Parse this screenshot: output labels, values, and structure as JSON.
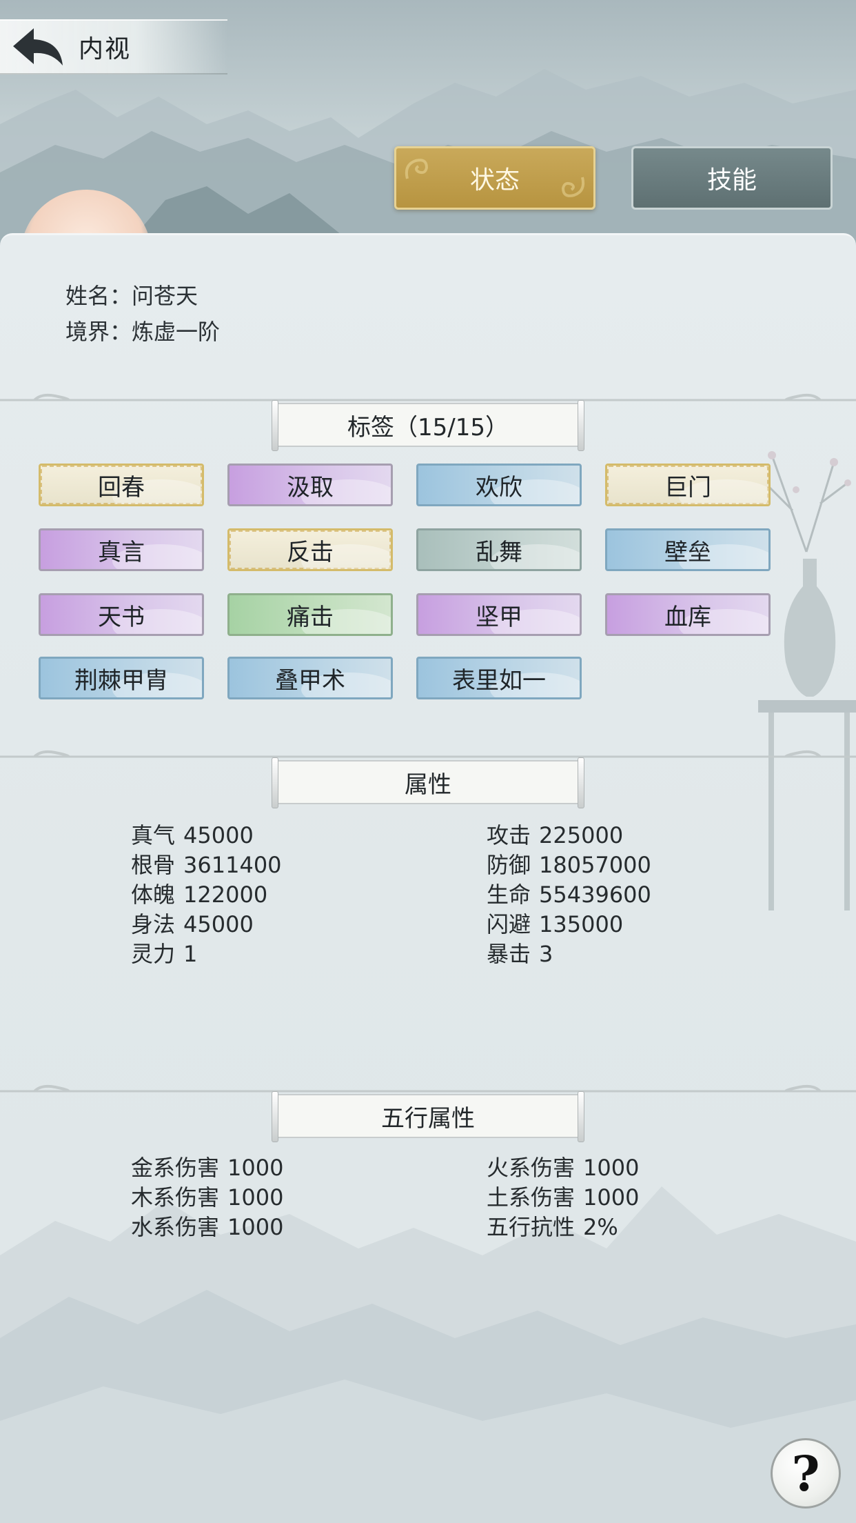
{
  "header": {
    "title": "内视",
    "tabs": [
      {
        "label": "状态",
        "active": true
      },
      {
        "label": "技能",
        "active": false
      }
    ]
  },
  "character": {
    "name_line": "姓名：问苍天",
    "realm_line": "境界：炼虚一阶"
  },
  "tags_section": {
    "title": "标签（15/15）",
    "tags": [
      {
        "label": "回春",
        "style": "gold"
      },
      {
        "label": "汲取",
        "style": "purple"
      },
      {
        "label": "欢欣",
        "style": "blue"
      },
      {
        "label": "巨门",
        "style": "gold"
      },
      {
        "label": "真言",
        "style": "purple"
      },
      {
        "label": "反击",
        "style": "gold"
      },
      {
        "label": "乱舞",
        "style": "gray"
      },
      {
        "label": "壁垒",
        "style": "blue"
      },
      {
        "label": "天书",
        "style": "purple"
      },
      {
        "label": "痛击",
        "style": "green"
      },
      {
        "label": "坚甲",
        "style": "purple"
      },
      {
        "label": "血库",
        "style": "purple"
      },
      {
        "label": "荆棘甲胄",
        "style": "blue"
      },
      {
        "label": "叠甲术",
        "style": "blue"
      },
      {
        "label": "表里如一",
        "style": "blue"
      }
    ]
  },
  "attributes_section": {
    "title": "属性",
    "left": [
      {
        "key": "真气",
        "value": "45000"
      },
      {
        "key": "根骨",
        "value": "3611400"
      },
      {
        "key": "体魄",
        "value": "122000"
      },
      {
        "key": "身法",
        "value": "45000"
      },
      {
        "key": "灵力",
        "value": "1"
      }
    ],
    "right": [
      {
        "key": "攻击",
        "value": "225000"
      },
      {
        "key": "防御",
        "value": "18057000"
      },
      {
        "key": "生命",
        "value": "55439600"
      },
      {
        "key": "闪避",
        "value": "135000"
      },
      {
        "key": "暴击",
        "value": "3"
      }
    ]
  },
  "elements_section": {
    "title": "五行属性",
    "left": [
      {
        "key": "金系伤害",
        "value": "1000"
      },
      {
        "key": "木系伤害",
        "value": "1000"
      },
      {
        "key": "水系伤害",
        "value": "1000"
      }
    ],
    "right": [
      {
        "key": "火系伤害",
        "value": "1000"
      },
      {
        "key": "土系伤害",
        "value": "1000"
      },
      {
        "key": "五行抗性",
        "value": "2%"
      }
    ]
  },
  "help": {
    "label": "?"
  },
  "colors": {
    "active_tab": "#b79440",
    "inactive_tab": "#5e7072",
    "panel_bg": "#e1e8ea"
  }
}
